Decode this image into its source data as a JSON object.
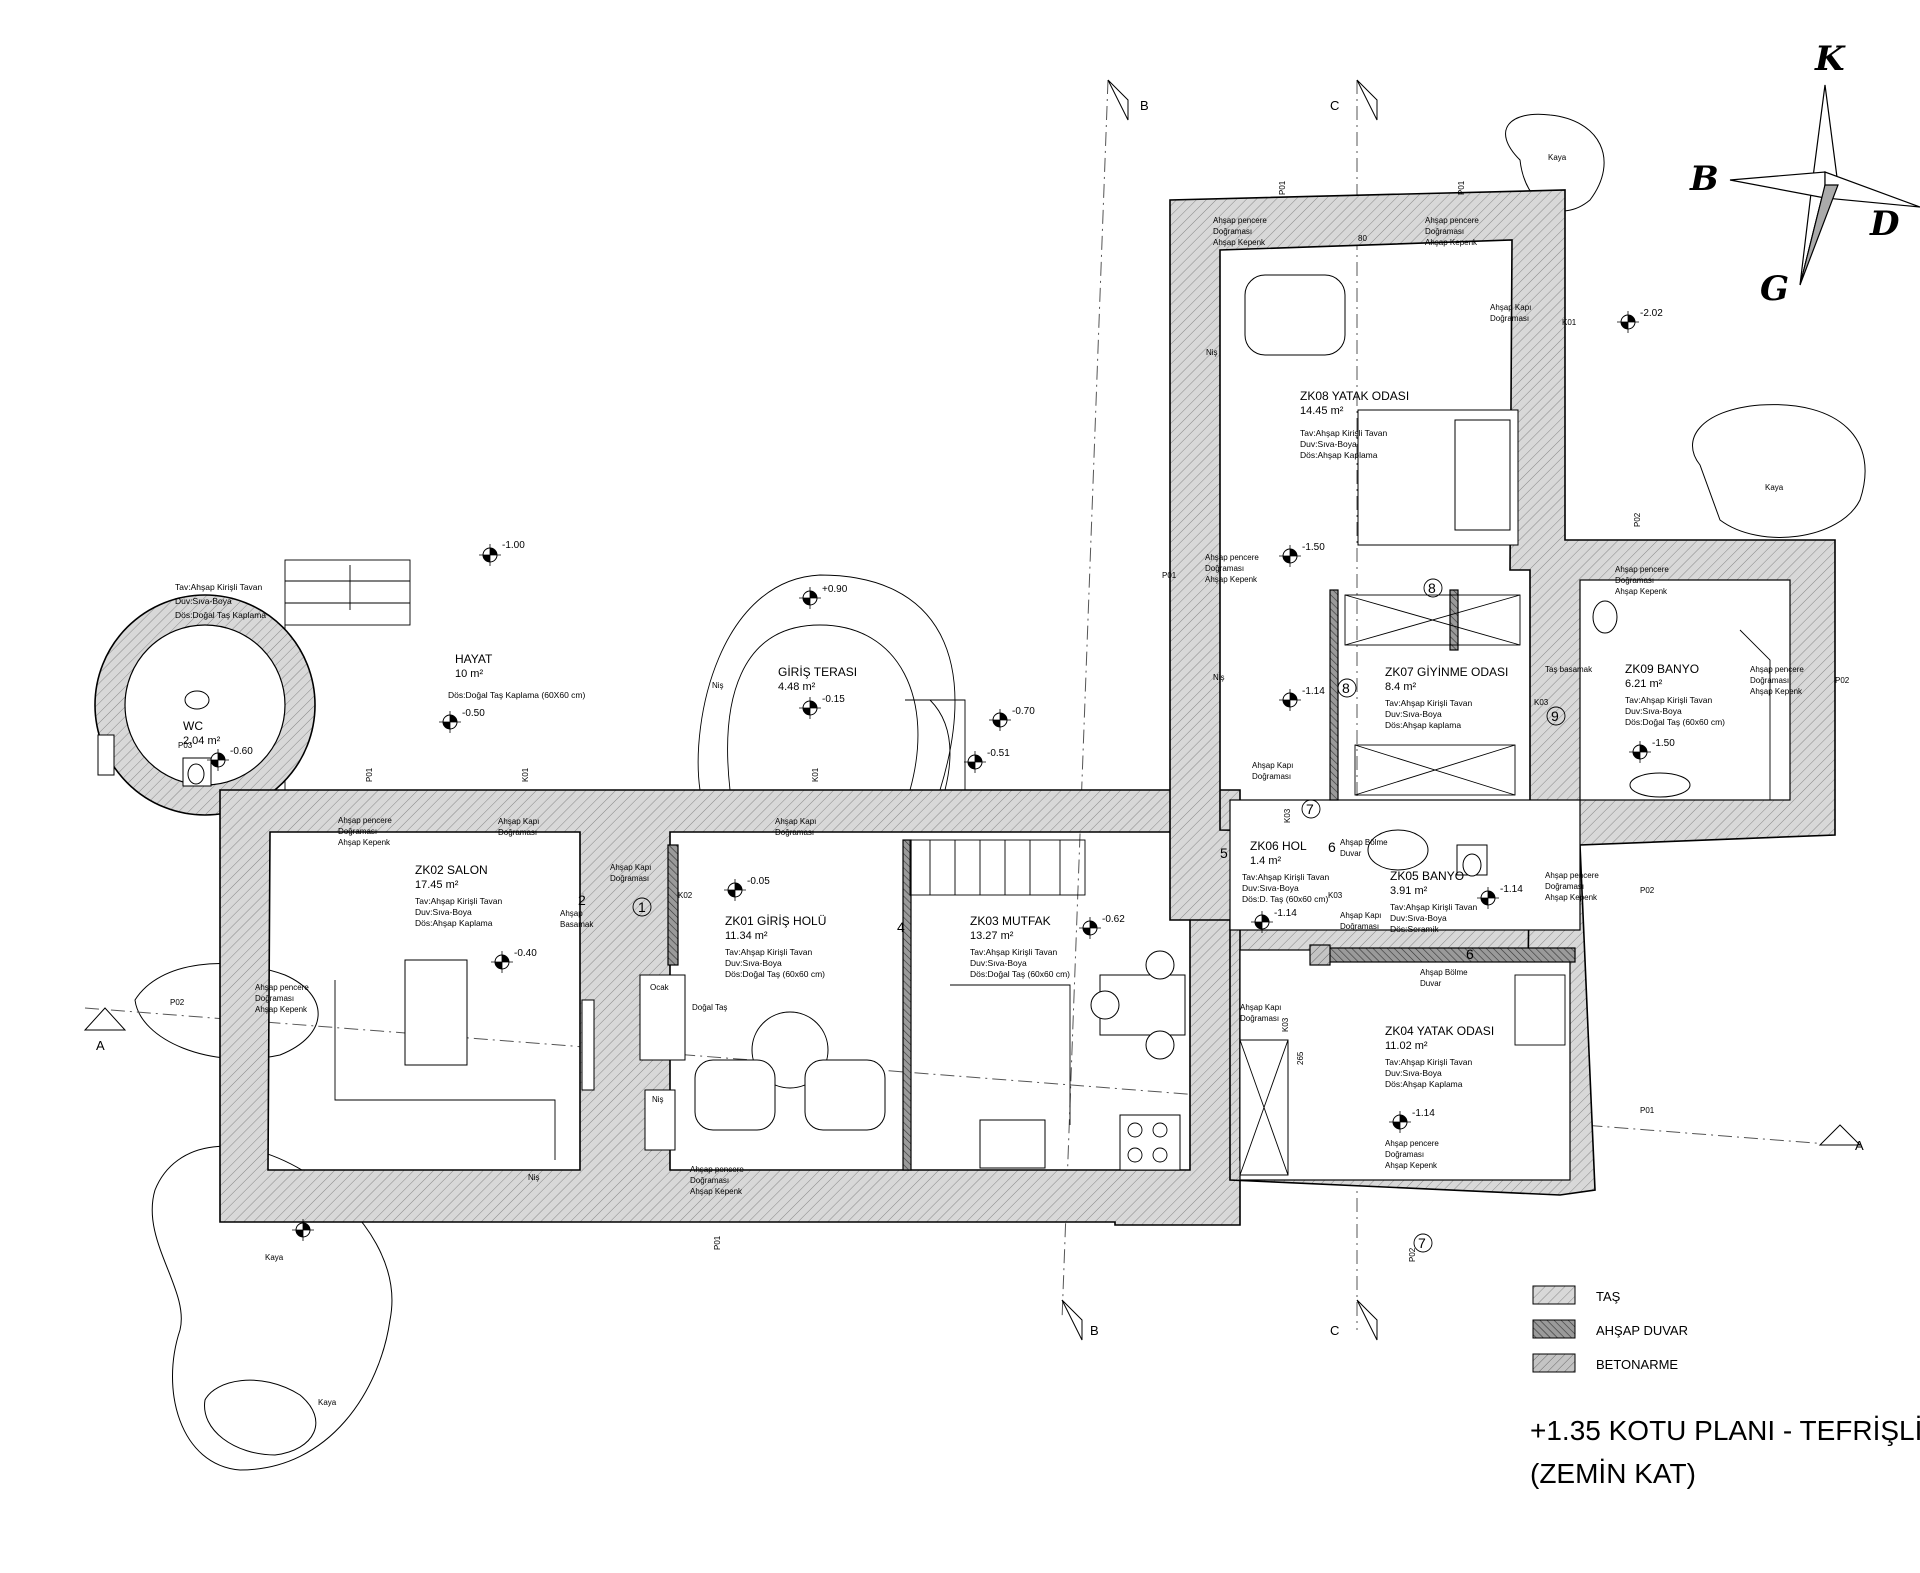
{
  "title": {
    "line1": "+1.35 KOTU PLANI - TEFRİŞLİ",
    "line2": "(ZEMİN KAT)"
  },
  "compass": {
    "north": "K",
    "west": "B",
    "east": "D",
    "south": "G"
  },
  "legend": [
    {
      "label": "TAŞ",
      "pattern": "stone"
    },
    {
      "label": "AHŞAP DUVAR",
      "pattern": "wood"
    },
    {
      "label": "BETONARME",
      "pattern": "concrete"
    }
  ],
  "section_axes": {
    "a": "A",
    "b": "B",
    "c": "C"
  },
  "rooms": [
    {
      "id": "ZK02 SALON",
      "area": "17.45 m²",
      "specs": [
        "Tav:Ahşap Kirişli Tavan",
        "Duv:Sıva-Boya",
        "Dös:Ahşap Kaplama"
      ]
    },
    {
      "id": "ZK01 GİRİŞ HOLÜ",
      "area": "11.34 m²",
      "specs": [
        "Tav:Ahşap Kirişli Tavan",
        "Duv:Sıva-Boya",
        "Dös:Doğal Taş (60x60 cm)"
      ]
    },
    {
      "id": "ZK03 MUTFAK",
      "area": "13.27 m²",
      "specs": [
        "Tav:Ahşap Kirişli Tavan",
        "Duv:Sıva-Boya",
        "Dös:Doğal Taş (60x60 cm)"
      ]
    },
    {
      "id": "ZK06 HOL",
      "area": "1.4 m²",
      "specs": [
        "Tav:Ahşap Kirişli Tavan",
        "Duv:Sıva-Boya",
        "Dös:D. Taş (60x60 cm)"
      ]
    },
    {
      "id": "ZK05 BANYO",
      "area": "3.91 m²",
      "specs": [
        "Tav:Ahşap Kirişli Tavan",
        "Duv:Sıva-Boya",
        "Dös:Seramik"
      ]
    },
    {
      "id": "ZK04 YATAK ODASI",
      "area": "11.02 m²",
      "specs": [
        "Tav:Ahşap Kirişli Tavan",
        "Duv:Sıva-Boya",
        "Dös:Ahşap Kaplama"
      ]
    },
    {
      "id": "ZK07 GİYİNME ODASI",
      "area": "8.4 m²",
      "specs": [
        "Tav:Ahşap Kirişli Tavan",
        "Duv:Sıva-Boya",
        "Dös:Ahşap kaplama"
      ]
    },
    {
      "id": "ZK08 YATAK ODASI",
      "area": "14.45 m²",
      "specs": [
        "Tav:Ahşap Kirişli Tavan",
        "Duv:Sıva-Boya",
        "Dös:Ahşap Kaplama"
      ]
    },
    {
      "id": "ZK09 BANYO",
      "area": "6.21 m²",
      "specs": [
        "Tav:Ahşap Kirişli Tavan",
        "Duv:Sıva-Boya",
        "Dös:Doğal Taş (60x60 cm)"
      ]
    },
    {
      "id": "HAYAT",
      "area": "10 m²",
      "specs": [
        "Dös:Doğal Taş Kaplama (60X60 cm)"
      ]
    },
    {
      "id": "GİRİŞ TERASI",
      "area": "4.48 m²",
      "specs": []
    },
    {
      "id": "WC",
      "area": "2.04 m²",
      "specs": []
    }
  ],
  "hayat_note": [
    "Tav:Ahşap Kirişli Tavan",
    "Duv:Sıva-Boya",
    "Dös:Doğal Taş Kaplama"
  ],
  "levels": [
    "-1.00",
    "+0.90",
    "-0.15",
    "-0.50",
    "-0.60",
    "-0.70",
    "-0.51",
    "-0.05",
    "-0.40",
    "-0.62",
    "-1.14",
    "-1.14",
    "-1.14",
    "-1.14",
    "-1.50",
    "-1.50",
    "-2.02"
  ],
  "rock_label": "Kaya",
  "labels": {
    "nis": "Niş",
    "ocak": "Ocak",
    "dogal_tas": "Doğal Taş",
    "ahsap_basamak": [
      "Ahşap",
      "Basamak"
    ],
    "ahsap_kapi": [
      "Ahşap Kapı",
      "Doğraması"
    ],
    "ahsap_pencere": [
      "Ahşap pencere",
      "Doğraması",
      "Ahşap Kepenk"
    ],
    "ahsap_bolme": [
      "Ahşap Bölme",
      "Duvar"
    ],
    "tas_basamak": "Taş basamak",
    "dim_265": "265",
    "dim_80": "80"
  },
  "tags": {
    "P01": "P01",
    "P02": "P02",
    "P03": "P03",
    "K01": "K01",
    "K02": "K02",
    "K03": "K03"
  },
  "circled": [
    "1",
    "2",
    "4",
    "5",
    "6",
    "7",
    "8",
    "9"
  ]
}
